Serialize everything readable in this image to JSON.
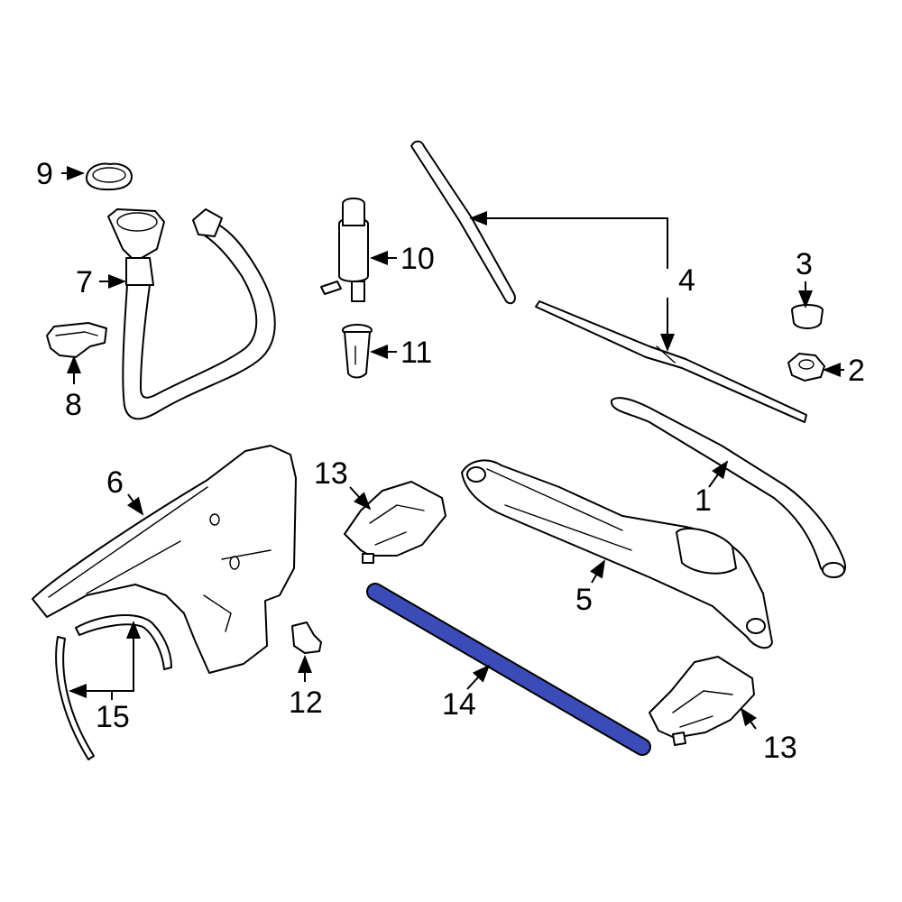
{
  "diagram": {
    "callouts": {
      "c1": "1",
      "c2": "2",
      "c3": "3",
      "c4": "4",
      "c5": "5",
      "c6": "6",
      "c7": "7",
      "c8": "8",
      "c9": "9",
      "c10": "10",
      "c11": "11",
      "c12": "12",
      "c13a": "13",
      "c13b": "13",
      "c14": "14",
      "c15": "15"
    },
    "highlight_color": "#3b4cb8"
  }
}
